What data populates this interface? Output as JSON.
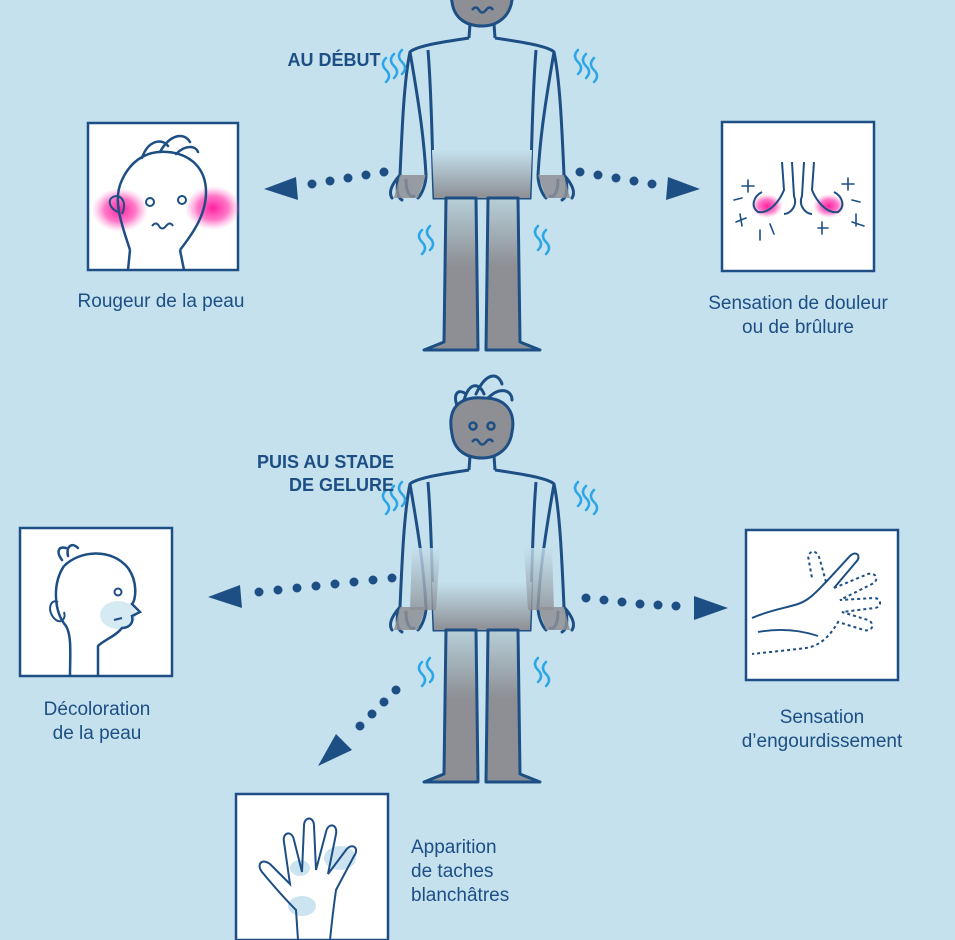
{
  "colors": {
    "background": "#c5e1ee",
    "ink": "#1d4e84",
    "shiver": "#2aa6e6",
    "redness": "#ff2ea7",
    "skin_shade": "#8d8f94",
    "panel": "#ffffff"
  },
  "stage_early": {
    "title": "AU DÉBUT",
    "left_caption": "Rougeur de la peau",
    "right_caption_line1": "Sensation de douleur",
    "right_caption_line2": "ou de brûlure"
  },
  "stage_frostbite": {
    "title_line1": "PUIS AU STADE",
    "title_line2": "DE GELURE",
    "left_caption_line1": "Décoloration",
    "left_caption_line2": "de la peau",
    "right_caption_line1": "Sensation",
    "right_caption_line2": "d’engourdissement",
    "bottom_caption_line1": "Apparition",
    "bottom_caption_line2": "de taches",
    "bottom_caption_line3": "blanchâtres"
  },
  "icons": {
    "figure": "shivering-person-icon",
    "red_face": "red-cheeks-face-icon",
    "burning_feet": "burning-feet-icon",
    "pale_face": "discolored-face-icon",
    "numb_hand": "numb-hand-icon",
    "spotted_hand": "white-spots-hand-icon",
    "arrow": "dotted-arrow-icon"
  }
}
